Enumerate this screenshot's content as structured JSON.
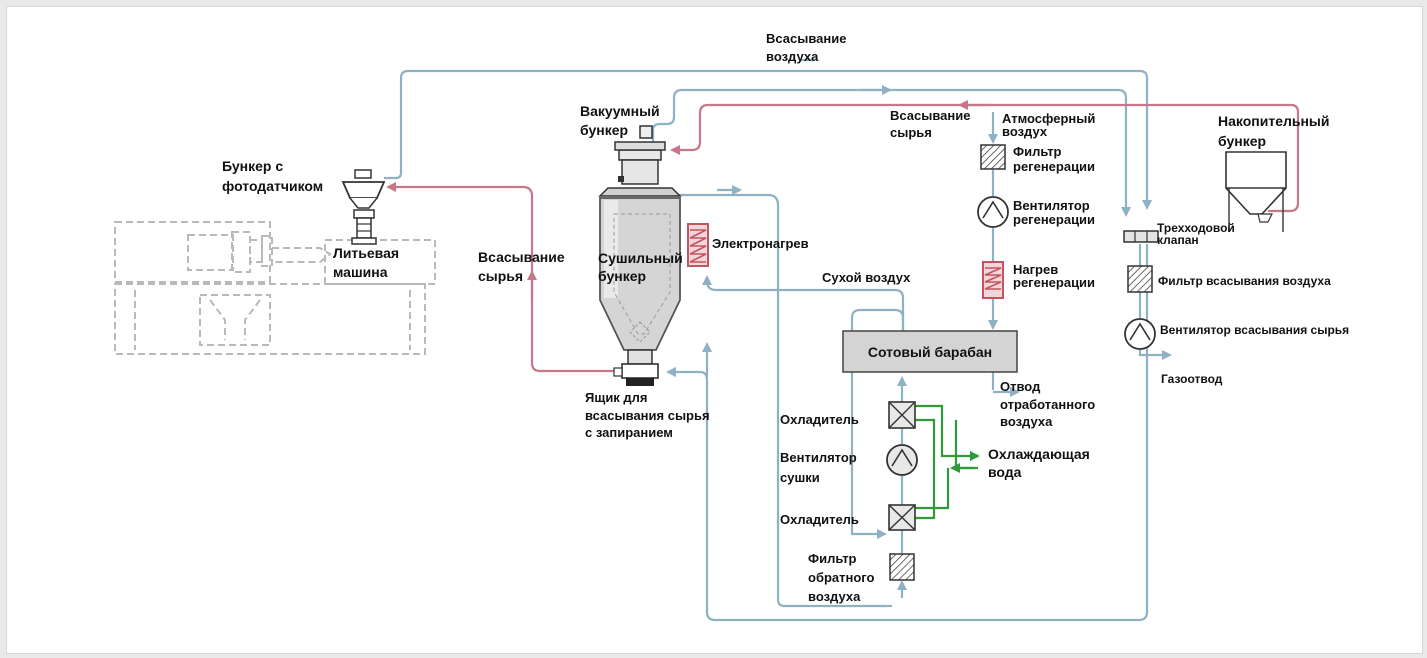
{
  "labels": {
    "air_suction_top": [
      "Всасывание",
      "воздуха"
    ],
    "vacuum_hopper": [
      "Вакуумный",
      "бункер"
    ],
    "material_suction_top": [
      "Всасывание",
      "сырья"
    ],
    "atmospheric_air": [
      "Атмосферный",
      "воздух"
    ],
    "regen_filter": [
      "Фильтр",
      "регенерации"
    ],
    "regen_fan": [
      "Вентилятор",
      "регенерации"
    ],
    "regen_heater": [
      "Нагрев",
      "регенерации"
    ],
    "storage_hopper": [
      "Накопительный",
      "бункер"
    ],
    "three_way_valve": [
      "Трехходовой",
      "клапан"
    ],
    "air_suction_filter": "Фильтр всасывания воздуха",
    "material_suction_fan": "Вентилятор всасывания сырья",
    "gas_outlet": "Газоотвод",
    "photo_hopper": [
      "Бункер с",
      "фотодатчиком"
    ],
    "injection_machine": [
      "Литьевая",
      "машина"
    ],
    "material_suction_left": [
      "Всасывание",
      "сырья"
    ],
    "drying_hopper": [
      "Сушильный",
      "бункер"
    ],
    "electric_heater": "Электронагрев",
    "dry_air": "Сухой воздух",
    "honeycomb_rotor": "Сотовый барабан",
    "exhaust_air": [
      "Отвод",
      "отработанного",
      "воздуха"
    ],
    "suction_box": [
      "Ящик для",
      "всасывания сырья",
      "с запиранием"
    ],
    "cooler_top": "Охладитель",
    "drying_fan": [
      "Вентилятор",
      "сушки"
    ],
    "cooler_bottom": "Охладитель",
    "cooling_water": [
      "Охлаждающая",
      "вода"
    ],
    "return_air_filter": [
      "Фильтр",
      "обратного",
      "воздуха"
    ]
  },
  "colors": {
    "air_line": "#8fb1c4",
    "material_line": "#c77888",
    "water_line": "#2f9a3a",
    "heater": "#c25560",
    "rotor_fill": "#d4d4d4"
  }
}
